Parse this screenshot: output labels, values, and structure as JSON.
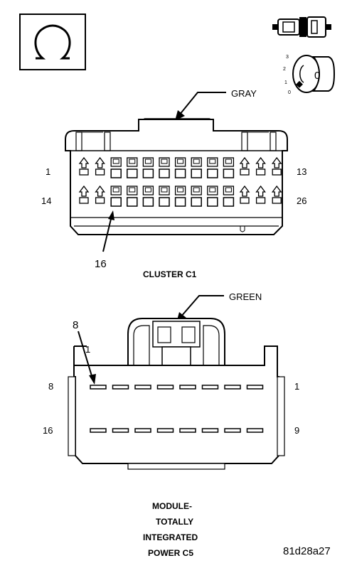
{
  "icons": {
    "ohm": "omega-icon",
    "fuse": "fuse-icon",
    "ignition": "ignition-key-icon"
  },
  "ignition": {
    "positions": [
      "3",
      "2",
      "1",
      "0"
    ],
    "key_label": "0"
  },
  "connector_c1": {
    "wire_color": "GRAY",
    "pin_left_top": "1",
    "pin_right_top": "13",
    "pin_left_bottom": "14",
    "pin_right_bottom": "26",
    "callout_pin": "16",
    "caption": "CLUSTER C1"
  },
  "connector_c5": {
    "wire_color": "GREEN",
    "callout_pin": "8",
    "pin_left_top": "8",
    "pin_right_top": "1",
    "pin_left_bottom": "16",
    "pin_right_bottom": "9",
    "tab_mark": "1",
    "caption_lines": [
      "MODULE-",
      "TOTALLY",
      "INTEGRATED",
      "POWER C5"
    ]
  },
  "figure_code": "81d28a27"
}
